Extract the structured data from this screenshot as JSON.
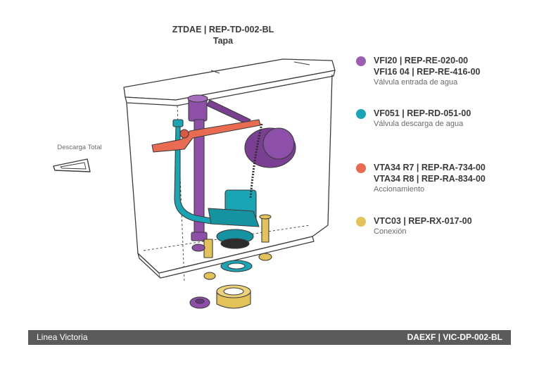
{
  "cover": {
    "code": "ZTDAE | REP-TD-002-BL",
    "name": "Tapa"
  },
  "side": {
    "label": "Descarga Total"
  },
  "legend": [
    {
      "lines": [
        "VFI20 | REP-RE-020-00",
        "VFI16 04 | REP-RE-416-00"
      ],
      "desc": "Válvula entrada de agua",
      "color": "#9b5fb1"
    },
    {
      "lines": [
        "VF051 | REP-RD-051-00"
      ],
      "desc": "Válvula descarga de agua",
      "color": "#1aa5b5"
    },
    {
      "lines": [
        "VTA34 R7 |  REP-RA-734-00",
        "VTA34 R8 |  REP-RA-834-00"
      ],
      "desc": "Accionamiento",
      "color": "#e96b52"
    },
    {
      "lines": [
        "VTC03 | REP-RX-017-00"
      ],
      "desc": "Conexión",
      "color": "#e3c25a"
    }
  ],
  "footer": {
    "left": "Linea Victoria",
    "right": "DAEXF | VIC-DP-002-BL"
  },
  "colors": {
    "purple": "#8e4fa8",
    "teal": "#1aa5b5",
    "orange": "#e96b52",
    "gold": "#e3c25a",
    "outline": "#3c3c3c"
  }
}
